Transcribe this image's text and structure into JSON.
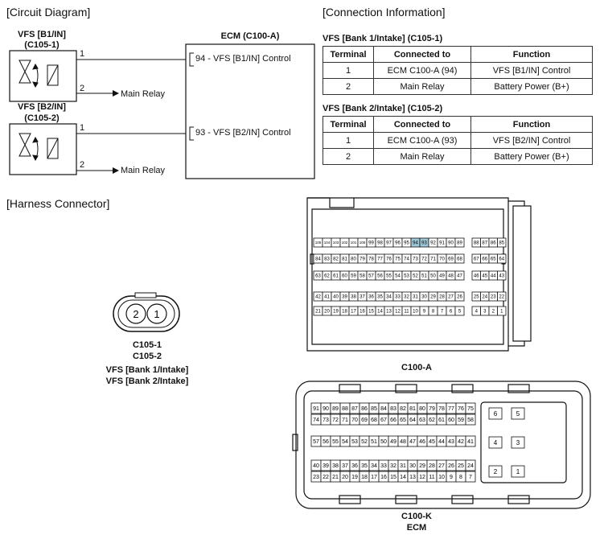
{
  "circuit": {
    "title": "[Circuit Diagram]",
    "vfs1": {
      "name": "VFS [B1/IN]",
      "code": "(C105-1)",
      "pin1": "1",
      "pin2": "2",
      "relay": "Main Relay"
    },
    "vfs2": {
      "name": "VFS [B2/IN]",
      "code": "(C105-2)",
      "pin1": "1",
      "pin2": "2",
      "relay": "Main Relay"
    },
    "ecm": {
      "title": "ECM (C100-A)",
      "line1": "94 - VFS [B1/IN] Control",
      "line2": "93 - VFS [B2/IN] Control"
    }
  },
  "connection": {
    "title": "[Connection Information]",
    "tables": [
      {
        "title": "VFS [Bank 1/Intake] (C105-1)",
        "headers": [
          "Terminal",
          "Connected to",
          "Function"
        ],
        "rows": [
          [
            "1",
            "ECM C100-A (94)",
            "VFS [B1/IN] Control"
          ],
          [
            "2",
            "Main Relay",
            "Battery Power (B+)"
          ]
        ]
      },
      {
        "title": "VFS [Bank 2/Intake] (C105-2)",
        "headers": [
          "Terminal",
          "Connected to",
          "Function"
        ],
        "rows": [
          [
            "1",
            "ECM C100-A (93)",
            "VFS [B2/IN] Control"
          ],
          [
            "2",
            "Main Relay",
            "Battery Power (B+)"
          ]
        ]
      }
    ]
  },
  "harness": {
    "title": "[Harness Connector]",
    "c105": {
      "pins": [
        "2",
        "1"
      ],
      "label1": "C105-1",
      "label2": "C105-2",
      "label3": "VFS [Bank 1/Intake]",
      "label4": "VFS [Bank 2/Intake]"
    },
    "c100a": {
      "label": "C100-A",
      "highlight": [
        "94",
        "93"
      ],
      "highlight_color": "#9fc7d8",
      "main_rows": [
        [
          "105",
          "104",
          "103",
          "102",
          "101",
          "100",
          "99",
          "98",
          "97",
          "96",
          "95",
          "94",
          "93",
          "92",
          "91",
          "90",
          "89"
        ],
        [
          "84",
          "83",
          "82",
          "81",
          "80",
          "79",
          "78",
          "77",
          "76",
          "75",
          "74",
          "73",
          "72",
          "71",
          "70",
          "69",
          "68"
        ],
        [
          "63",
          "62",
          "61",
          "60",
          "59",
          "58",
          "57",
          "56",
          "55",
          "54",
          "53",
          "52",
          "51",
          "50",
          "49",
          "48",
          "47"
        ],
        [
          "42",
          "41",
          "40",
          "39",
          "38",
          "37",
          "36",
          "35",
          "34",
          "33",
          "32",
          "31",
          "30",
          "29",
          "28",
          "27",
          "26"
        ],
        [
          "21",
          "20",
          "19",
          "18",
          "17",
          "16",
          "15",
          "14",
          "13",
          "12",
          "11",
          "10",
          "9",
          "8",
          "7",
          "6",
          "5"
        ]
      ],
      "side_rows": [
        [
          "88",
          "87",
          "86",
          "85"
        ],
        [
          "67",
          "66",
          "65",
          "64"
        ],
        [
          "46",
          "45",
          "44",
          "43"
        ],
        [
          "25",
          "24",
          "23",
          "22"
        ],
        [
          "4",
          "3",
          "2",
          "1"
        ]
      ]
    },
    "c100k": {
      "label1": "C100-K",
      "label2": "ECM",
      "main_rows": [
        [
          "91",
          "90",
          "89",
          "88",
          "87",
          "86",
          "85",
          "84",
          "83",
          "82",
          "81",
          "80",
          "79",
          "78",
          "77",
          "76",
          "75"
        ],
        [
          "74",
          "73",
          "72",
          "71",
          "70",
          "69",
          "68",
          "67",
          "66",
          "65",
          "64",
          "63",
          "62",
          "61",
          "60",
          "59",
          "58"
        ],
        [
          "57",
          "56",
          "55",
          "54",
          "53",
          "52",
          "51",
          "50",
          "49",
          "48",
          "47",
          "46",
          "45",
          "44",
          "43",
          "42",
          "41"
        ],
        [
          "40",
          "39",
          "38",
          "37",
          "36",
          "35",
          "34",
          "33",
          "32",
          "31",
          "30",
          "29",
          "28",
          "27",
          "26",
          "25",
          "24"
        ],
        [
          "23",
          "22",
          "21",
          "20",
          "19",
          "18",
          "17",
          "16",
          "15",
          "14",
          "13",
          "12",
          "11",
          "10",
          "9",
          "8",
          "7"
        ]
      ],
      "side_pins": [
        [
          "6",
          "5"
        ],
        [
          "4",
          "3"
        ],
        [
          "2",
          "1"
        ]
      ]
    }
  }
}
